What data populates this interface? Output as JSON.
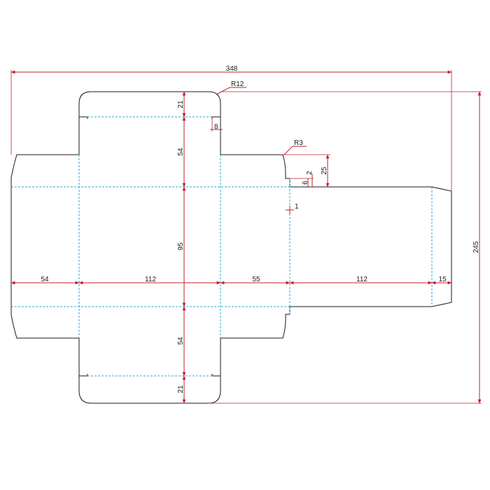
{
  "colors": {
    "cut_line": "#1a1a1a",
    "fold_line": "#29a8d6",
    "dimension_line": "#c0222b",
    "background": "#ffffff"
  },
  "dimensions": {
    "overall_width": "348",
    "overall_height": "245",
    "corner_radius_large": "R12",
    "corner_radius_small": "R3",
    "top_tuck_flap": "21",
    "top_tuck_notch": "8",
    "top_dust_panel": "54",
    "body_height": "95",
    "bottom_dust_panel": "54",
    "bottom_tuck_flap": "21",
    "glue_flap_width": "54",
    "front_panel_width": "112",
    "side_panel_width": "55",
    "back_panel_width": "112",
    "end_tab_width": "15",
    "side_flap_height": "25",
    "side_flap_offset_a": "2",
    "side_flap_offset_b": "6",
    "side_flap_gap": "1"
  }
}
